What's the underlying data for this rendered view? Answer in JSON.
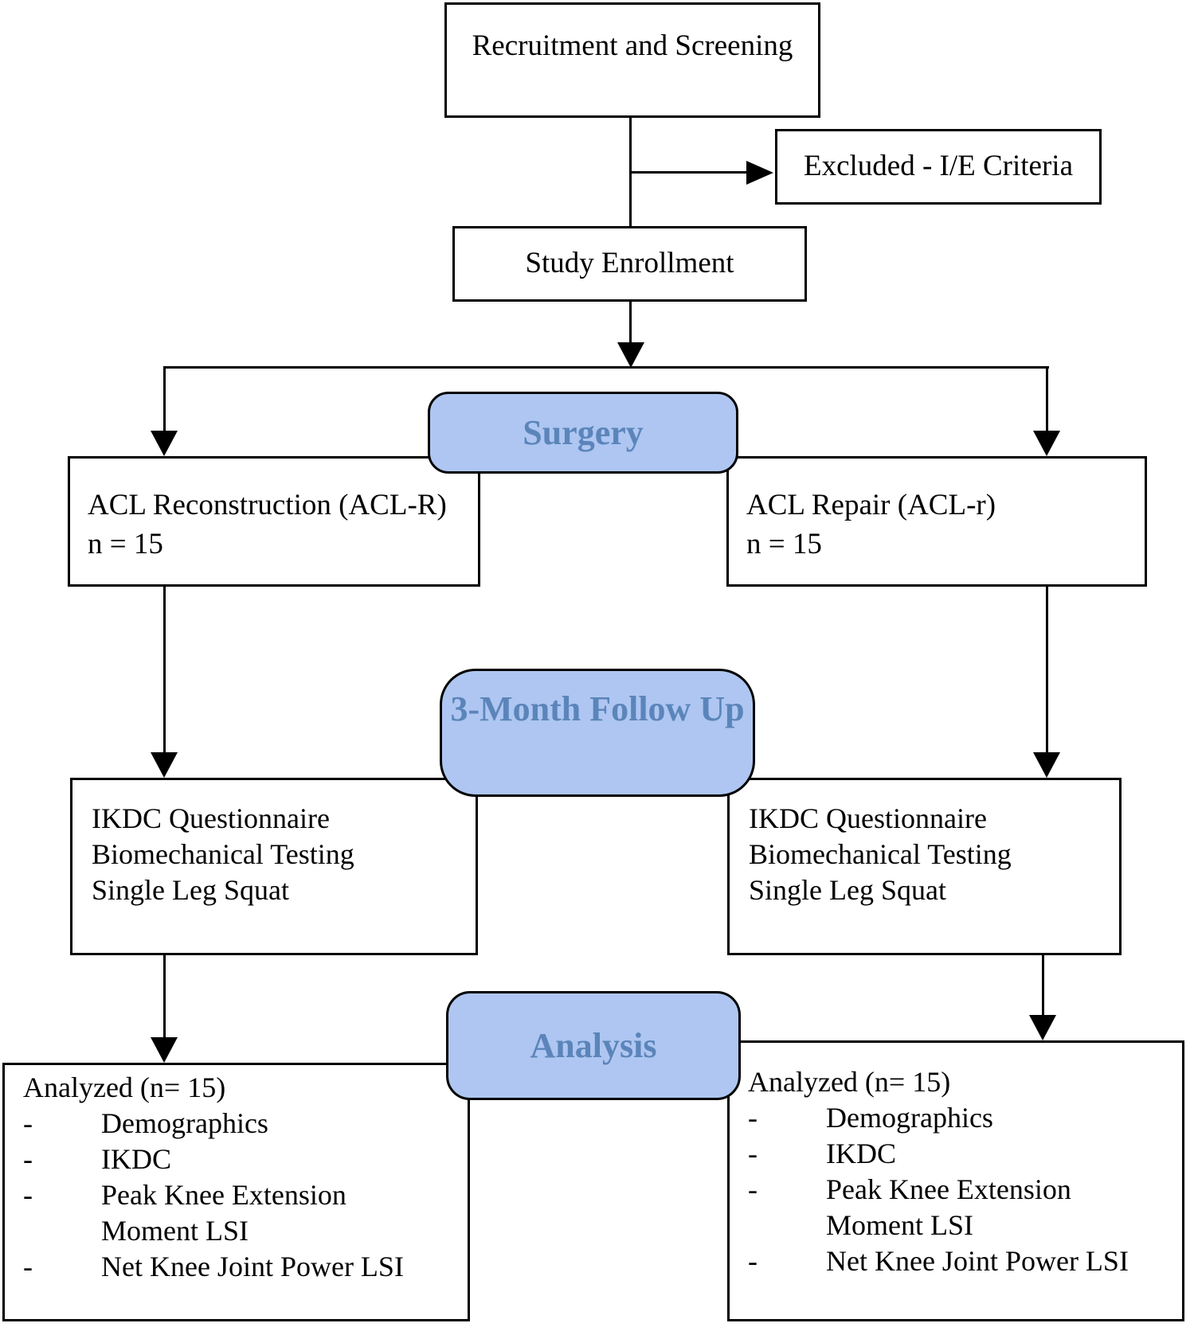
{
  "diagram": {
    "recruitment_label": "Recruitment and Screening",
    "excluded_label": "Excluded - I/E Criteria",
    "enrollment_label": "Study Enrollment",
    "stage_surgery_label": "Surgery",
    "acl_reconstruction": {
      "line1": "ACL Reconstruction (ACL-R)",
      "line2": "n = 15"
    },
    "acl_repair": {
      "line1": "ACL Repair (ACL-r)",
      "line2": "n = 15"
    },
    "stage_followup_label": "3-Month Follow Up",
    "followup_tests": [
      "IKDC Questionnaire",
      "Biomechanical Testing",
      "Single Leg Squat"
    ],
    "stage_analysis_label": "Analysis",
    "analyzed": {
      "title": "Analyzed (n= 15)",
      "items": [
        {
          "dash": "-",
          "text": "Demographics"
        },
        {
          "dash": "-",
          "text": "IKDC"
        },
        {
          "dash": "-",
          "text": "Peak Knee Extension"
        },
        {
          "dash": "",
          "text": "Moment LSI"
        },
        {
          "dash": "-",
          "text": "Net Knee Joint Power LSI"
        }
      ]
    },
    "colors": {
      "stage_fill": "#aec6f1",
      "stage_text": "#5b85ba",
      "box_border": "#000000",
      "line": "#000000",
      "box_fill": "#ffffff"
    }
  }
}
